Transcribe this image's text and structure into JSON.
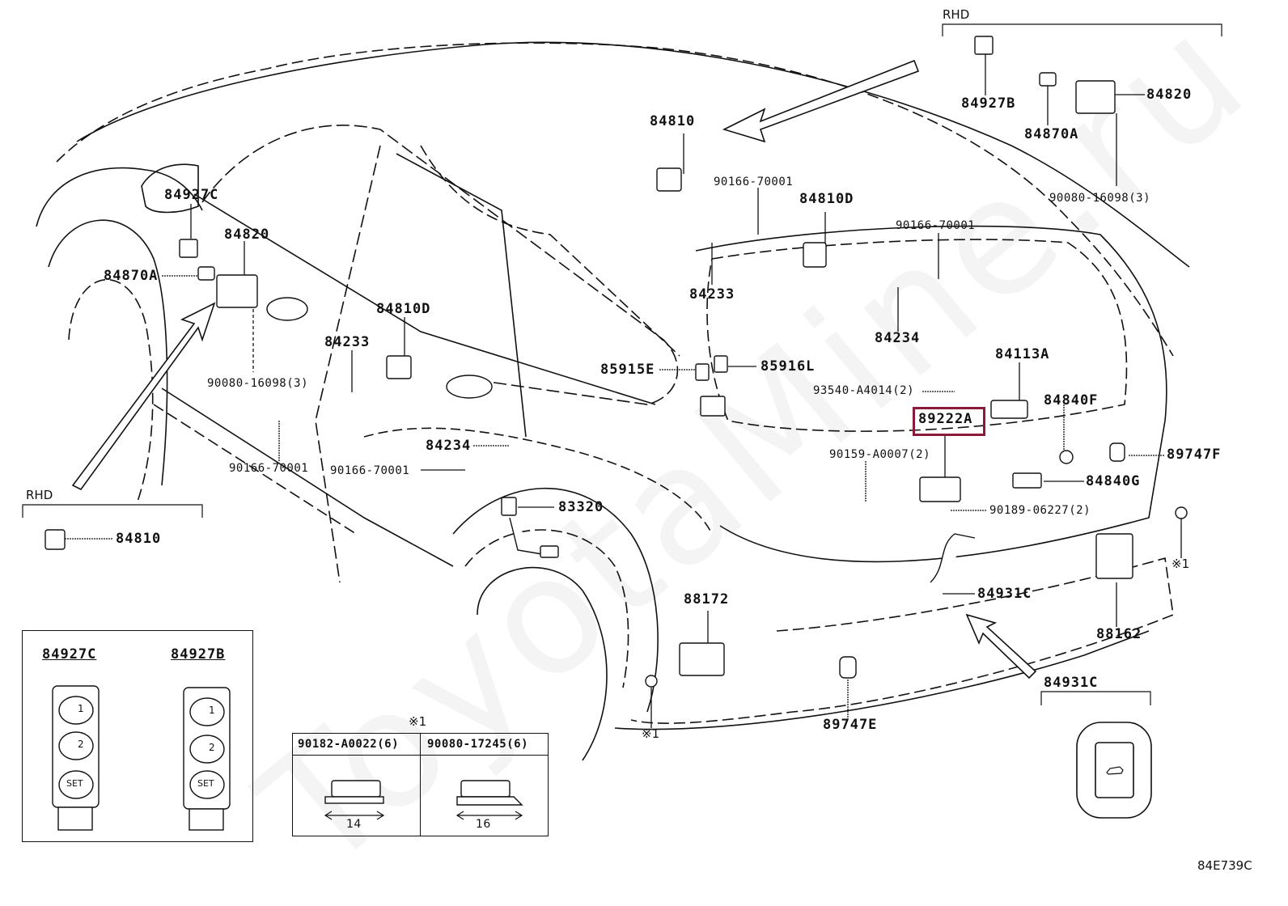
{
  "diagram": {
    "watermark": "ToyotaMine.ru",
    "figure_code": "84E739C",
    "highlighted_part": "89222A",
    "highlight_color": "#8b1a3a",
    "parts": {
      "p84810_top": "84810",
      "p90166_a": "90166-70001",
      "p84810d_top": "84810D",
      "p90166_b": "90166-70001",
      "p84233_top": "84233",
      "p84234_top": "84234",
      "p84927c": "84927C",
      "p84820_left": "84820",
      "p84870a_left": "84870A",
      "p90080_left": "90080-16098(3)",
      "p84810d_mid": "84810D",
      "p84233_mid": "84233",
      "p90166_c": "90166-70001",
      "p90166_d": "90166-70001",
      "p84234_mid": "84234",
      "p83320": "83320",
      "p85915e": "85915E",
      "p85916l": "85916L",
      "p84113a": "84113A",
      "p93540": "93540-A4014(2)",
      "p89222a": "89222A",
      "p84840f": "84840F",
      "p90159": "90159-A0007(2)",
      "p89747f": "89747F",
      "p84840g": "84840G",
      "p90189": "90189-06227(2)",
      "p84931c": "84931C",
      "p88172": "88172",
      "p88162": "88162",
      "p89747e": "89747E",
      "note_1a": "※1",
      "note_1b": "※1"
    },
    "rhd_top": {
      "label": "RHD",
      "parts": {
        "p84927b": "84927B",
        "p84870a": "84870A",
        "p84820": "84820",
        "p90080": "90080-16098(3)"
      }
    },
    "rhd_left": {
      "label": "RHD",
      "parts": {
        "p84810": "84810"
      }
    },
    "inset_switches": {
      "left_title": "84927C",
      "right_title": "84927B",
      "buttons": [
        "1",
        "2",
        "SET"
      ]
    },
    "fastener_table": {
      "note": "※1",
      "columns": [
        {
          "part": "90182-A0022(6)",
          "size": "14"
        },
        {
          "part": "90080-17245(6)",
          "size": "16"
        }
      ]
    },
    "inset_84931c": {
      "title": "84931C"
    }
  }
}
